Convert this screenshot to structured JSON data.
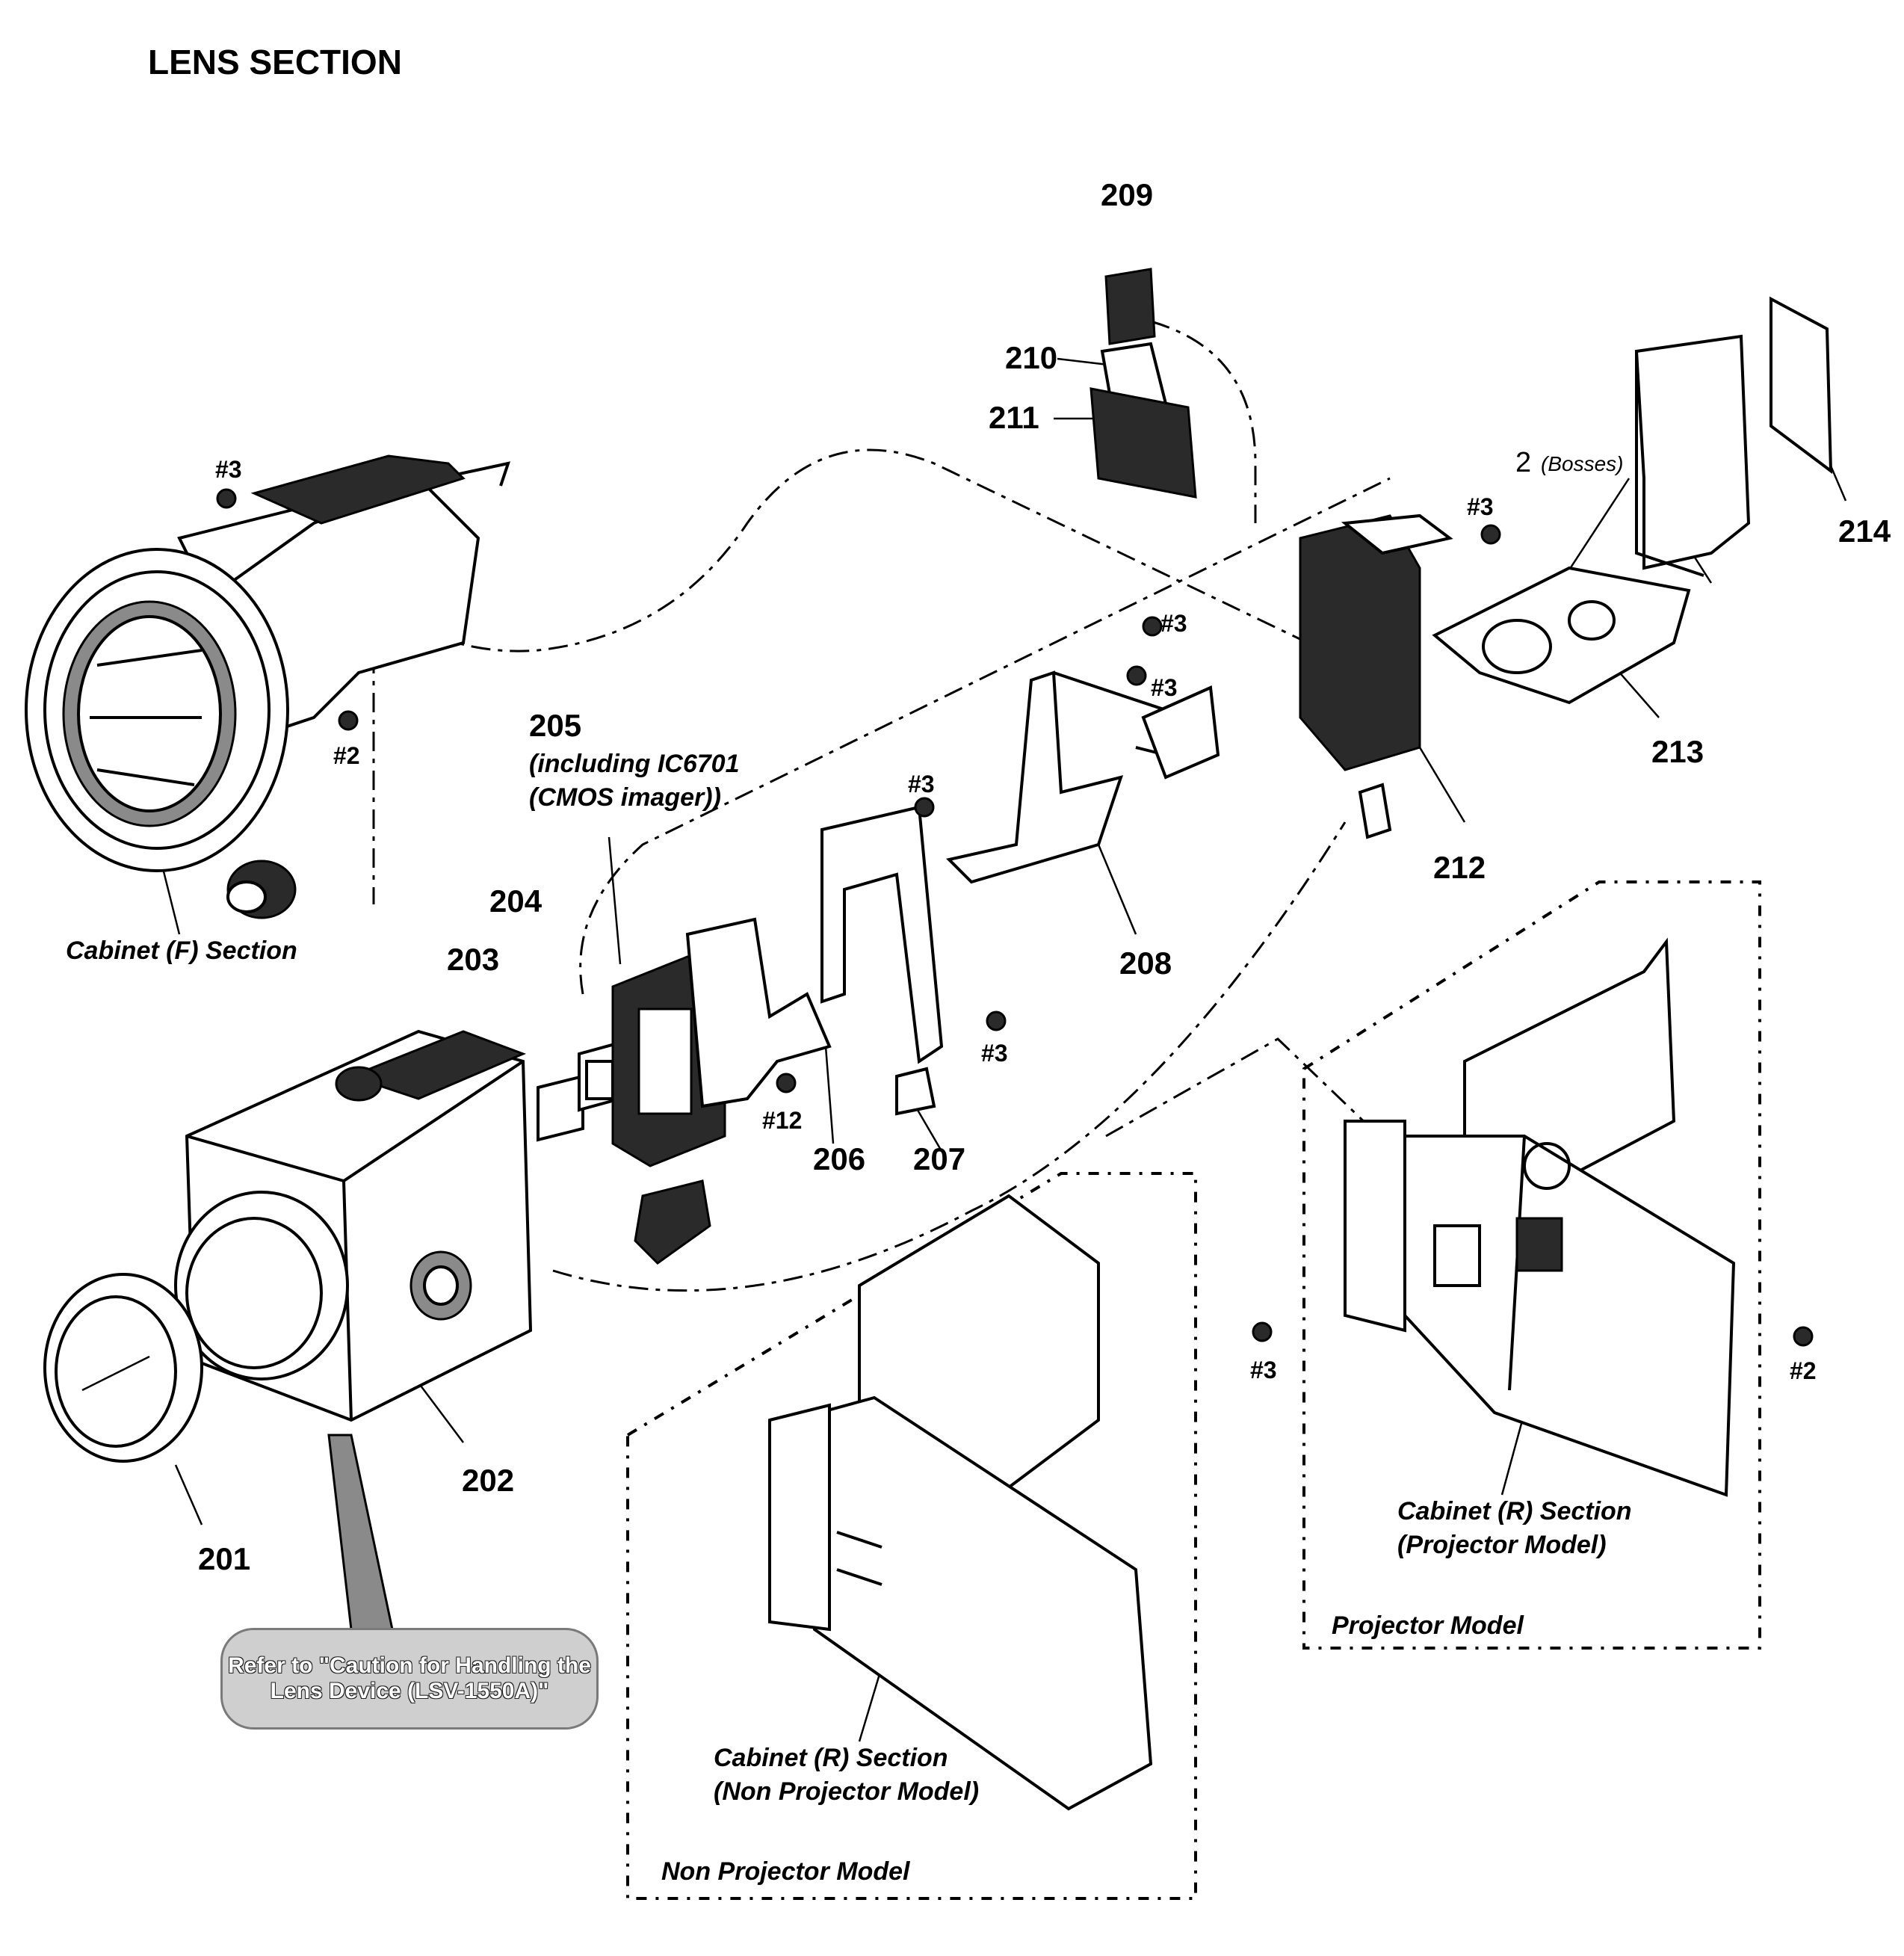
{
  "title": "LENS SECTION",
  "parts": {
    "p201": "201",
    "p202": "202",
    "p203": "203",
    "p204": "204",
    "p205": "205",
    "p205_desc1": "(including IC6701",
    "p205_desc2": "(CMOS imager))",
    "p206": "206",
    "p207": "207",
    "p208": "208",
    "p209": "209",
    "p210": "210",
    "p211": "211",
    "p212": "212",
    "p213": "213",
    "p214": "214"
  },
  "screws": {
    "s3_top_left": "#3",
    "s2_left": "#2",
    "s3_cab": "#3",
    "s3_upper_a": "#3",
    "s3_upper_b": "#3",
    "s3_mid": "#3",
    "s3_lower": "#3",
    "s12": "#12",
    "s3_proj": "#3",
    "s2_proj": "#2"
  },
  "bosses": {
    "count": "2",
    "label": "(Bosses)"
  },
  "sections": {
    "cabinet_f": "Cabinet (F) Section",
    "cabinet_r_proj_1": "Cabinet (R) Section",
    "cabinet_r_proj_2": "(Projector Model)",
    "cabinet_r_non_1": "Cabinet (R) Section",
    "cabinet_r_non_2": "(Non Projector Model)",
    "projector_model": "Projector Model",
    "non_projector_model": "Non Projector Model"
  },
  "note": "Refer to \"Caution for Handling the Lens Device (LSV-1550A)\""
}
